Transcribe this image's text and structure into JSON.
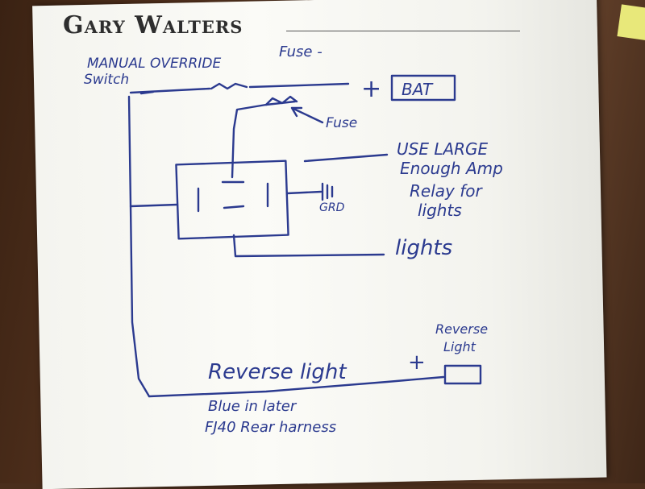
{
  "header": {
    "name": "Gary Walters"
  },
  "labels": {
    "manual_override_line1": "MANUAL OVERRIDE",
    "manual_override_line2": "Switch",
    "fuse_top": "Fuse -",
    "fuse_mid": "Fuse",
    "plus_bat": "+",
    "bat": "BAT",
    "note_line1": "USE LARGE",
    "note_line2": "Enough Amp",
    "note_line3": "Relay for",
    "note_line4": "lights",
    "grd": "GRD",
    "lights": "lights",
    "reverse_light": "Reverse light",
    "plus_reverse": "+",
    "reverse_lamp_line1": "Reverse",
    "reverse_lamp_line2": "Light",
    "blue_line1": "Blue in later",
    "blue_line2": "FJ40 Rear harness"
  },
  "colors": {
    "ink": "#2b3a8f",
    "paper": "#f7f7f2",
    "header_text": "#2e2e2e"
  }
}
